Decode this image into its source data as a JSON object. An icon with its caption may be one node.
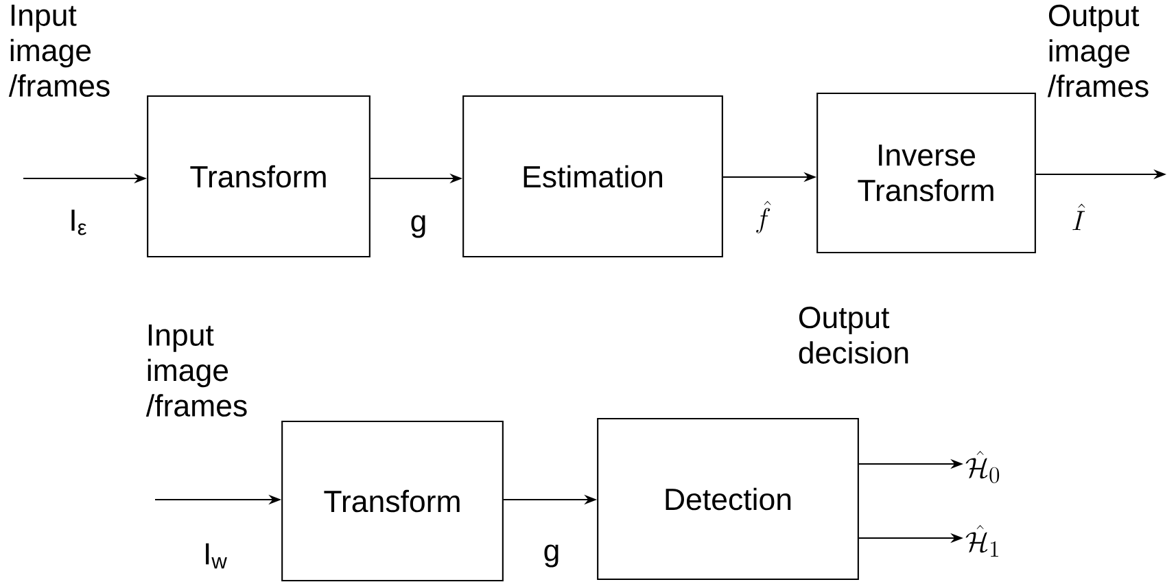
{
  "diagram": {
    "nodes": [
      {
        "text": [
          "Transform"
        ]
      },
      {
        "text": [
          "Estimation"
        ]
      },
      {
        "text": [
          "Inverse Transform"
        ]
      },
      {
        "text": [
          "Transform"
        ]
      },
      {
        "text": [
          "Detection"
        ]
      },
      {
        "text": [
          "\\hat{\\mathcal{H}}_0"
        ]
      },
      {
        "text": [
          "\\hat{\\mathcal{H}}_1"
        ]
      }
    ],
    "edges": [
      {
        "from": null,
        "to": 0,
        "arrow": "to",
        "label": "I$_{ε}$"
      },
      {
        "from": 0,
        "to": 1,
        "arrow": "to",
        "label": "g"
      },
      {
        "from": 1,
        "to": 2,
        "arrow": "to",
        "label": "\\hat{f}"
      },
      {
        "from": 2,
        "to": null,
        "arrow": "to",
        "label": "\\hat{I}"
      },
      {
        "from": null,
        "to": 3,
        "arrow": "to",
        "label": "I$_{w}$"
      },
      {
        "from": 3,
        "to": 4,
        "arrow": "to",
        "label": "g"
      },
      {
        "from": 4,
        "to": 5,
        "arrow": "to"
      },
      {
        "from": 4,
        "to": 6,
        "arrow": "to"
      }
    ],
    "labels": [
      "Input image /frames",
      "Output image /frames",
      "Input image /frames",
      "Output decision"
    ]
  }
}
